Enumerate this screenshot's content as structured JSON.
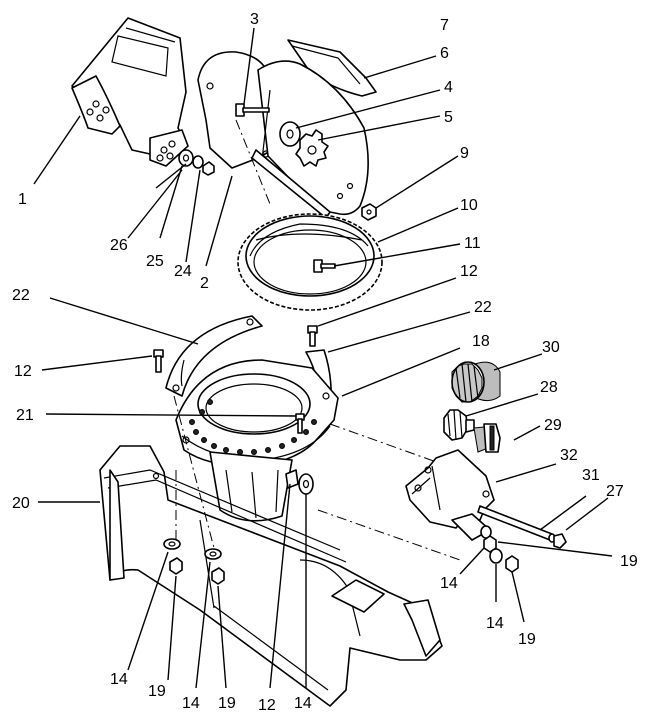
{
  "callouts": {
    "c1": "1",
    "c2": "2",
    "c3": "3",
    "c4": "4",
    "c5": "5",
    "c6": "6",
    "c7": "7",
    "c9": "9",
    "c10": "10",
    "c11": "11",
    "c12a": "12",
    "c12b": "12",
    "c12c": "12",
    "c14a": "14",
    "c14b": "14",
    "c14c": "14",
    "c14d": "14",
    "c14e": "14",
    "c18": "18",
    "c19a": "19",
    "c19b": "19",
    "c19c": "19",
    "c19d": "19",
    "c20": "20",
    "c21": "21",
    "c22a": "22",
    "c22b": "22",
    "c24": "24",
    "c25": "25",
    "c26": "26",
    "c27": "27",
    "c28": "28",
    "c29": "29",
    "c30": "30",
    "c31": "31",
    "c32": "32"
  }
}
